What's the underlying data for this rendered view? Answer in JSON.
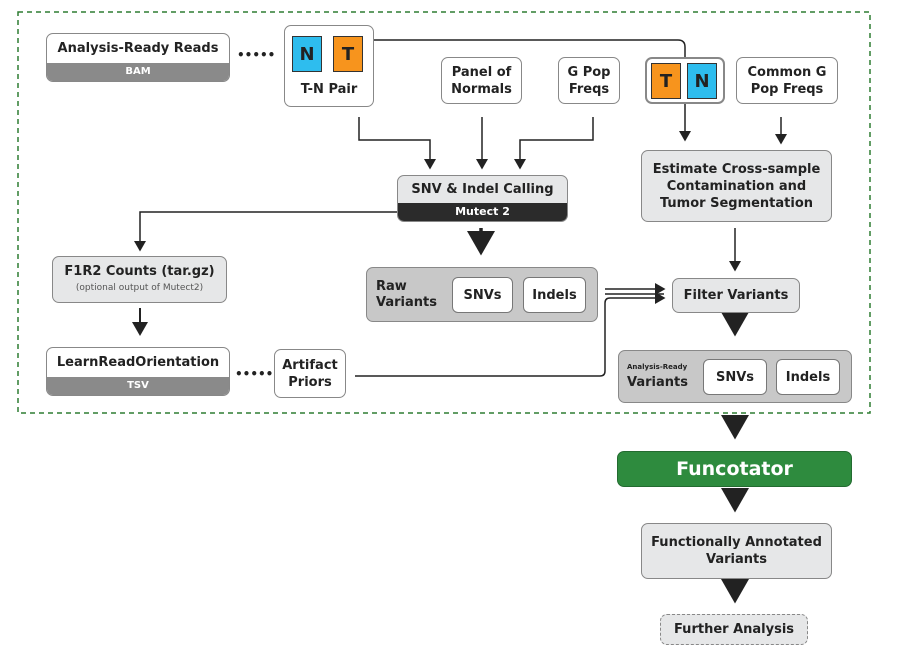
{
  "colors": {
    "normal": "#2ebdee",
    "tumor": "#f7941d",
    "funcotator": "#2e8b3e",
    "frame": "#2e7d32"
  },
  "nodes": {
    "reads": {
      "label": "Analysis-Ready Reads",
      "format": "BAM"
    },
    "tn_pair": {
      "label": "T-N Pair",
      "n": "N",
      "t": "T"
    },
    "panel_normals": {
      "label": "Panel of Normals"
    },
    "gpop": {
      "label": "G Pop Freqs"
    },
    "tn_pair2": {
      "t": "T",
      "n": "N"
    },
    "common_gpop": {
      "label": "Common G Pop Freqs"
    },
    "calling": {
      "label": "SNV & Indel Calling",
      "tool": "Mutect 2"
    },
    "estimate": {
      "label": "Estimate Cross-sample Contamination and Tumor Segmentation"
    },
    "f1r2": {
      "label": "F1R2 Counts (tar.gz)",
      "note": "(optional output of Mutect2)"
    },
    "raw": {
      "label": "Raw Variants",
      "snvs": "SNVs",
      "indels": "Indels"
    },
    "filter": {
      "label": "Filter Variants"
    },
    "lro": {
      "label": "LearnReadOrientation",
      "format": "TSV"
    },
    "priors": {
      "label": "Artifact Priors"
    },
    "ready": {
      "small": "Analysis-Ready",
      "label": "Variants",
      "snvs": "SNVs",
      "indels": "Indels"
    },
    "funcotator": {
      "label": "Funcotator"
    },
    "annotated": {
      "label": "Functionally Annotated Variants"
    },
    "further": {
      "label": "Further Analysis"
    }
  },
  "dots": "•••••"
}
